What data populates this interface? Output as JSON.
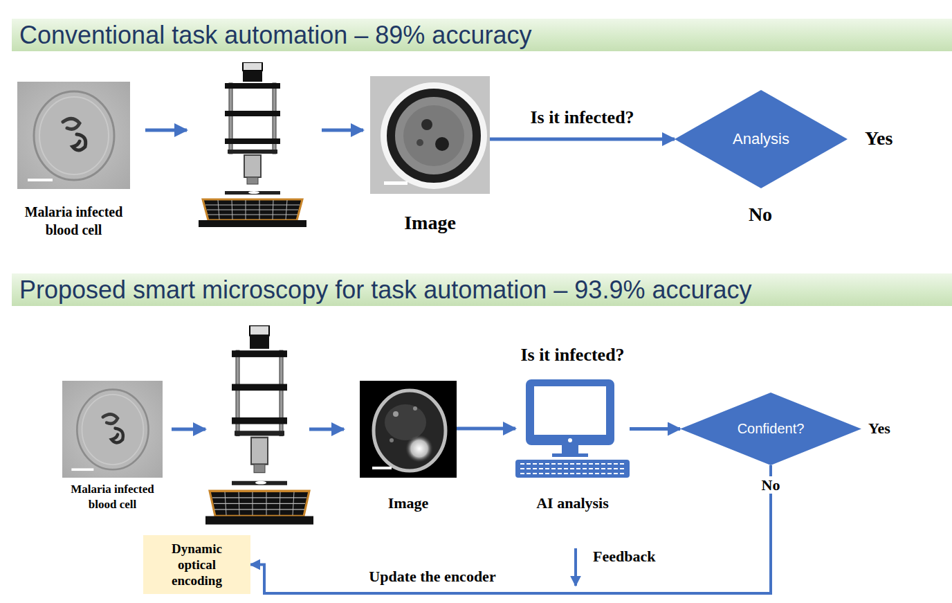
{
  "diagram": {
    "nodes": [
      {
        "text": [
          "Conventional task automation – 89% accuracy"
        ]
      },
      {
        "text": [
          "Malaria infected blood cell"
        ]
      },
      {
        "text": [
          "Image"
        ]
      },
      {
        "text": [
          "Analysis"
        ]
      },
      {
        "text": [
          "Proposed smart microscopy for task automation – 93.9% accuracy"
        ]
      },
      {
        "text": [
          "Malaria infected blood cell"
        ]
      },
      {
        "text": [
          "Image"
        ]
      },
      {
        "text": [
          "Is it infected?",
          "AI analysis"
        ]
      },
      {
        "text": [
          "Confident?"
        ]
      },
      {
        "text": [
          "Dynamic optical encoding"
        ]
      }
    ],
    "edges": [
      {
        "from": 2,
        "to": 3,
        "arrow": "to",
        "label": "Is it infected?"
      },
      {
        "from": 6,
        "to": 7,
        "arrow": "to"
      },
      {
        "from": 7,
        "to": 8,
        "arrow": "to"
      },
      {
        "from": 8,
        "to": 9,
        "arrow": "to",
        "label": "Update the encoder"
      }
    ],
    "labels": [
      "Yes",
      "No",
      "Yes",
      "No",
      "Feedback"
    ]
  }
}
